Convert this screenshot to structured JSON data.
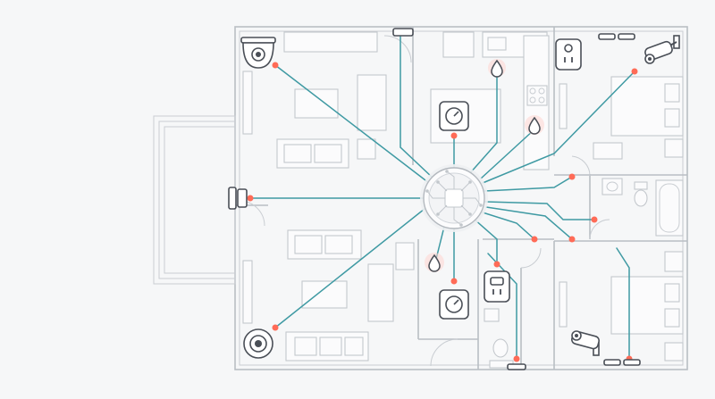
{
  "colors": {
    "background": "#f6f7f8",
    "wall": "#b9bec4",
    "link": "#3f9aa3",
    "sensor_dot": "#ff6b57",
    "device_stroke": "#4a4f57"
  },
  "hub": {
    "icon": "circuit-hub-icon"
  },
  "devices": [
    {
      "id": "camera-top-left",
      "icon": "dome-camera-icon"
    },
    {
      "id": "camera-top-right",
      "icon": "bullet-camera-icon"
    },
    {
      "id": "camera-bottom-right",
      "icon": "bullet-camera-icon"
    },
    {
      "id": "camera-bottom-left",
      "icon": "dome-camera-icon"
    },
    {
      "id": "thermostat-upper",
      "icon": "thermostat-icon"
    },
    {
      "id": "thermostat-lower",
      "icon": "thermostat-icon"
    },
    {
      "id": "smart-plug-upper",
      "icon": "smart-plug-icon"
    },
    {
      "id": "smart-plug-lower",
      "icon": "smart-plug-icon"
    },
    {
      "id": "door-sensor-left",
      "icon": "door-sensor-icon"
    },
    {
      "id": "water-sensor-kitchen",
      "icon": "water-drop-icon"
    },
    {
      "id": "water-sensor-counter",
      "icon": "water-drop-icon"
    },
    {
      "id": "water-sensor-hall",
      "icon": "water-drop-icon"
    },
    {
      "id": "window-sensor-top",
      "icon": "window-sensor-icon"
    },
    {
      "id": "window-sensor-bedroom-top",
      "icon": "window-sensor-icon"
    },
    {
      "id": "window-sensor-bedroom-bottom",
      "icon": "window-sensor-icon"
    },
    {
      "id": "window-sensor-bath-bottom",
      "icon": "window-sensor-icon"
    }
  ]
}
